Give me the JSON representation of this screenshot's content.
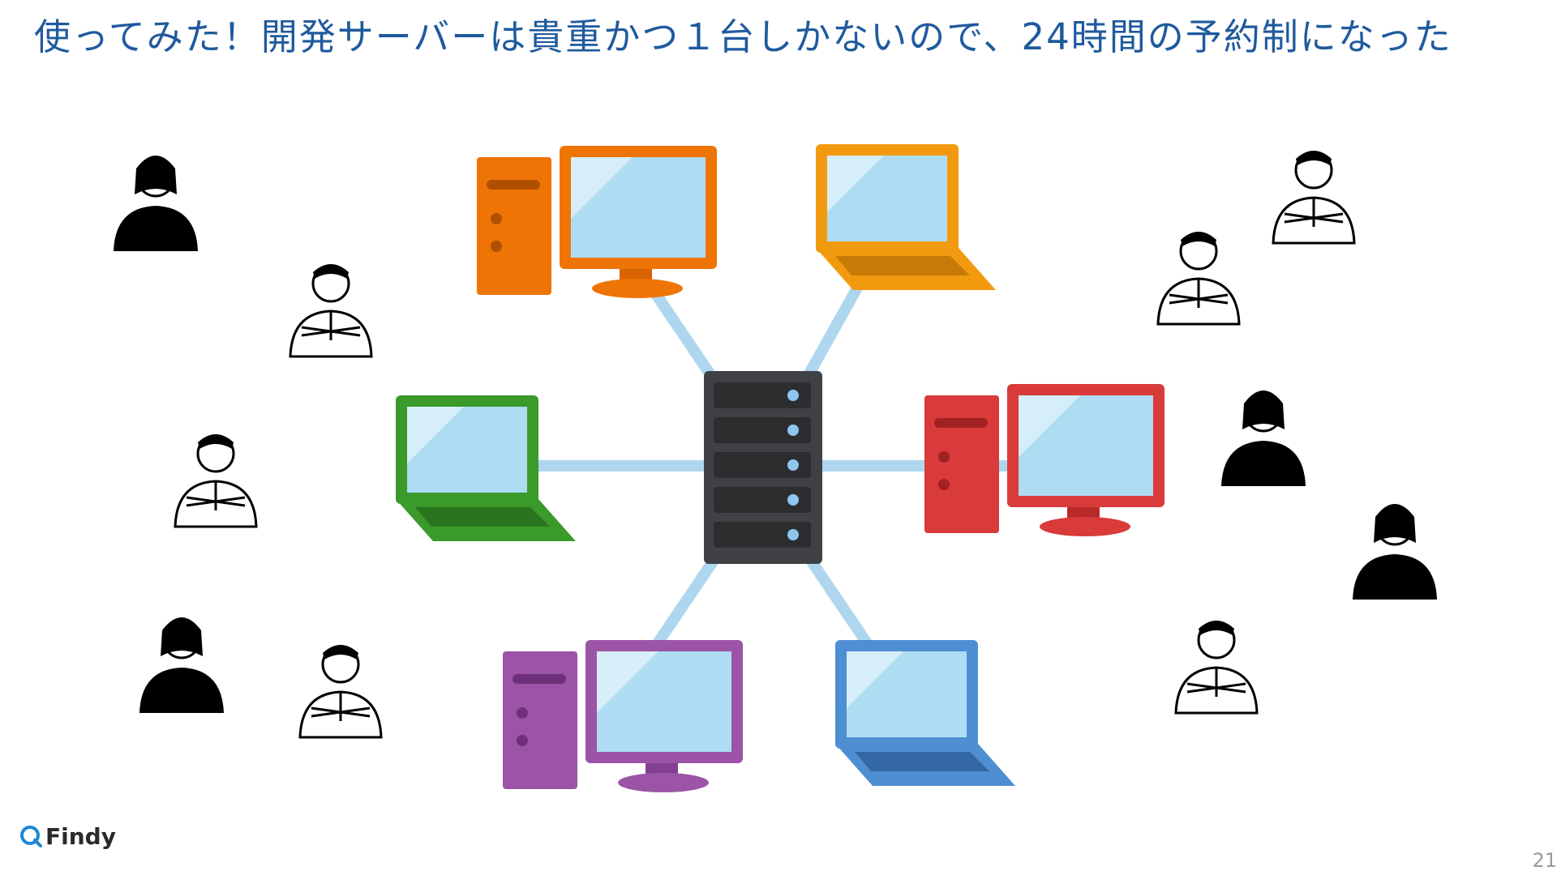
{
  "slide": {
    "title": "使ってみた！開発サーバーは貴重かつ１台しかないので、24時間の予約制になった",
    "page_number": "21"
  },
  "brand": {
    "logo_text": "Findy"
  },
  "colors": {
    "title": "#1f5a9e",
    "connector": "#aed7ef",
    "server": "#3f4144",
    "screen": "#aedcf2",
    "devices": [
      "#ef7406",
      "#f29a0f",
      "#3a9a2a",
      "#d93a3a",
      "#9b54a6",
      "#4e8fd3"
    ]
  },
  "icons": [
    "server-icon",
    "desktop-computer-icon",
    "laptop-icon",
    "person-icon",
    "findy-logo-icon"
  ]
}
